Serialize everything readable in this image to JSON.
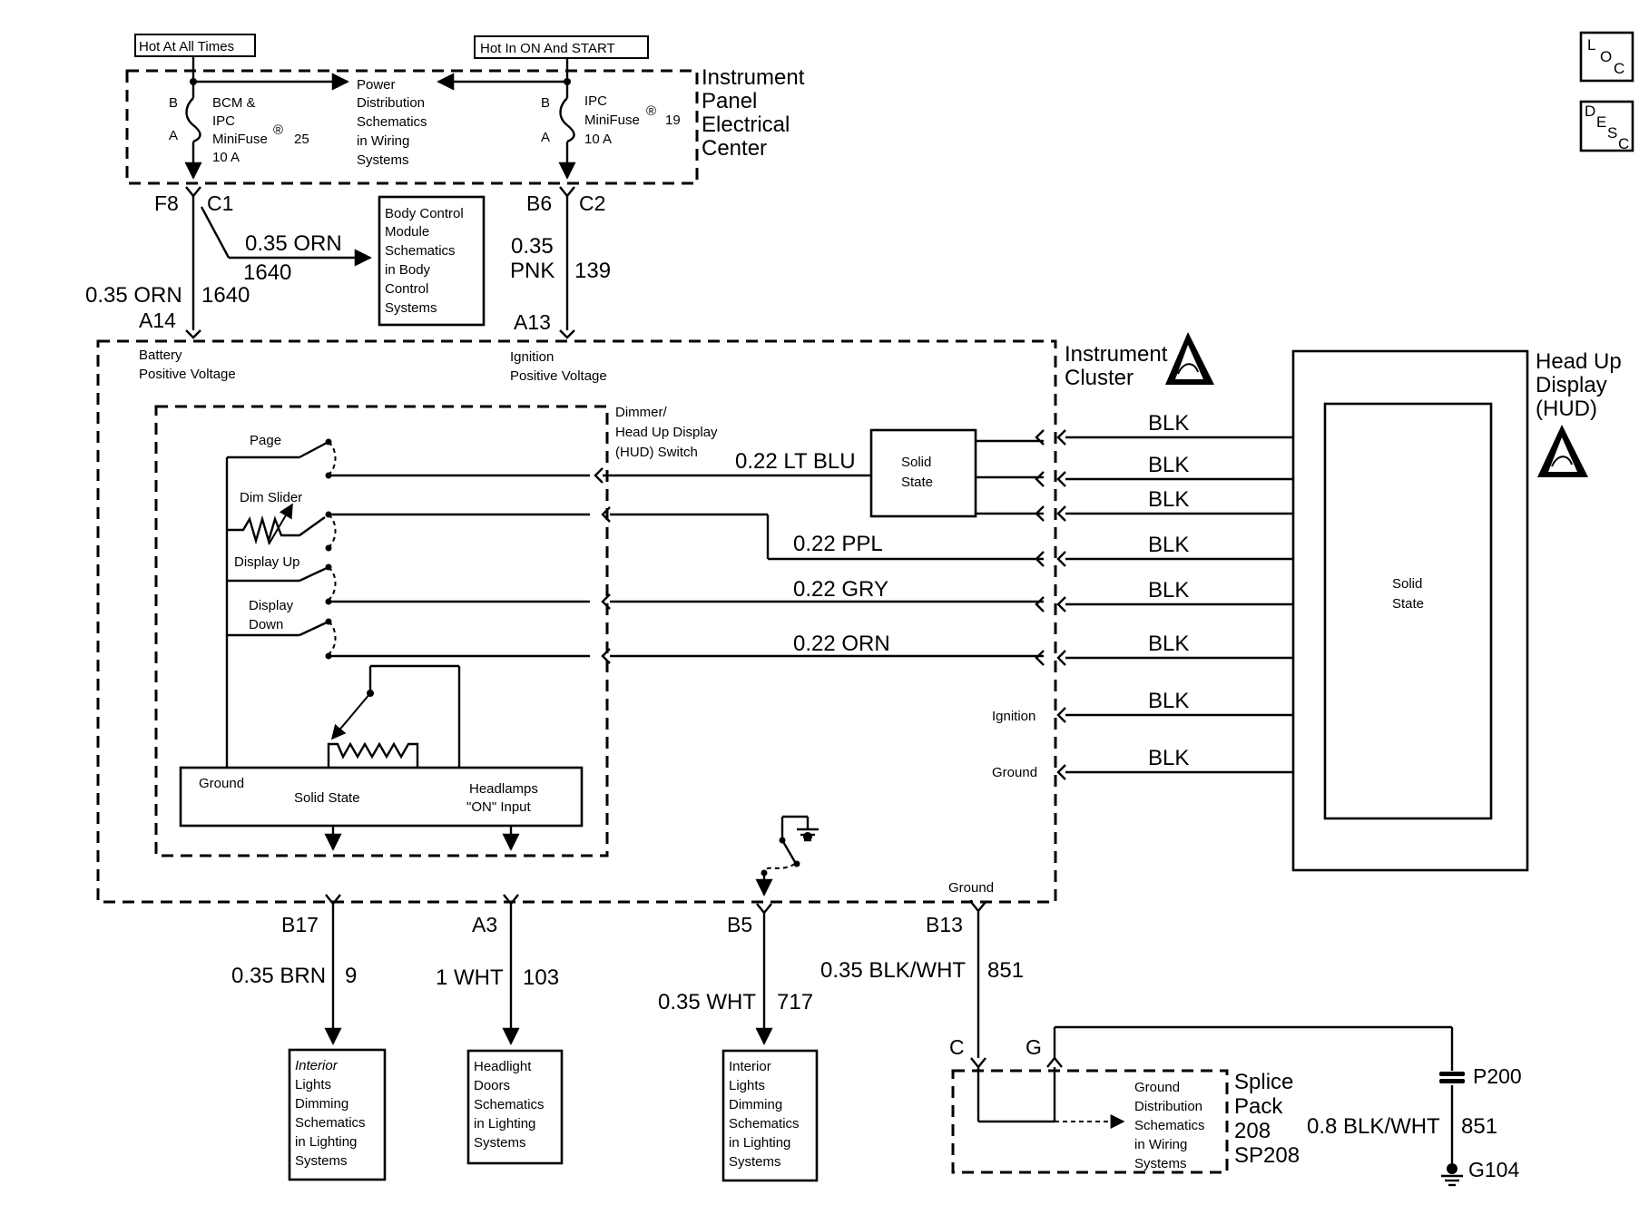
{
  "header": {
    "hot_at_all_times": "Hot At All Times",
    "hot_in_on_start": "Hot In ON And START"
  },
  "corner_icons": {
    "loc_letters": [
      "L",
      "O",
      "C"
    ],
    "desc_letters": [
      "D",
      "E",
      "S",
      "C"
    ]
  },
  "ipec": {
    "title_lines": [
      "Instrument",
      "Panel",
      "Electrical",
      "Center"
    ],
    "fuse1": {
      "lines": [
        "BCM &",
        "IPC",
        "MiniFuse"
      ],
      "registered": "®",
      "number": "25",
      "amps": "10 A",
      "pin_b": "B",
      "pin_a": "A"
    },
    "fuse2": {
      "lines": [
        "IPC",
        "MiniFuse"
      ],
      "registered": "®",
      "number": "19",
      "amps": "10 A",
      "pin_b": "B",
      "pin_a": "A"
    },
    "power_dist_lines": [
      "Power",
      "Distribution",
      "Schematics",
      "in Wiring",
      "Systems"
    ]
  },
  "connectors": {
    "f8": "F8",
    "c1": "C1",
    "b6": "B6",
    "c2": "C2",
    "a14": "A14",
    "a13": "A13",
    "b17": "B17",
    "a3": "A3",
    "b5": "B5",
    "b13": "B13",
    "c": "C",
    "g": "G",
    "p200": "P200",
    "g104": "G104"
  },
  "wires": {
    "orn_branch": "0.35 ORN",
    "orn_branch_circuit": "1640",
    "orn_main": "0.35 ORN",
    "orn_main_circuit": "1640",
    "pnk_size": "0.35",
    "pnk_color": "PNK",
    "pnk_circuit": "139",
    "lt_blu": "0.22 LT BLU",
    "ppl": "0.22 PPL",
    "gry": "0.22 GRY",
    "orn": "0.22 ORN",
    "blk_labels": [
      "BLK",
      "BLK",
      "BLK",
      "BLK",
      "BLK",
      "BLK",
      "BLK",
      "BLK"
    ],
    "brn": "0.35 BRN",
    "brn_circuit": "9",
    "wht1": "1 WHT",
    "wht1_circuit": "103",
    "wht2": "0.35 WHT",
    "wht2_circuit": "717",
    "blkwht1": "0.35 BLK/WHT",
    "blkwht1_circuit": "851",
    "blkwht2": "0.8 BLK/WHT",
    "blkwht2_circuit": "851"
  },
  "bcm_box_lines": [
    "Body Control",
    "Module",
    "Schematics",
    "in Body",
    "Control",
    "Systems"
  ],
  "cluster": {
    "title_lines": [
      "Instrument",
      "Cluster"
    ],
    "battery_lines": [
      "Battery",
      "Positive Voltage"
    ],
    "ignition_lines": [
      "Ignition",
      "Positive Voltage"
    ],
    "switch_lines": [
      "Dimmer/",
      "Head Up Display",
      "(HUD) Switch"
    ],
    "page": "Page",
    "dim_slider": "Dim Slider",
    "display_up": "Display Up",
    "display_down_lines": [
      "Display",
      "Down"
    ],
    "solid_state_lines": [
      "Solid",
      "State"
    ],
    "ground": "Ground",
    "solid_state": "Solid State",
    "headlamps_lines": [
      "Headlamps",
      "\"ON\" Input"
    ],
    "ignition": "Ignition",
    "ground_right": "Ground",
    "ground_bottom": "Ground"
  },
  "hud": {
    "title_lines": [
      "Head Up",
      "Display",
      "(HUD)"
    ],
    "solid_state_lines": [
      "Solid",
      "State"
    ]
  },
  "bottom_boxes": {
    "box1_lines": [
      "Interior",
      "Lights",
      "Dimming",
      "Schematics",
      "in Lighting",
      "Systems"
    ],
    "box2_lines": [
      "Headlight",
      "Doors",
      "Schematics",
      "in Lighting",
      "Systems"
    ],
    "box3_lines": [
      "Interior",
      "Lights",
      "Dimming",
      "Schematics",
      "in Lighting",
      "Systems"
    ]
  },
  "splice": {
    "title_lines": [
      "Splice",
      "Pack",
      "208",
      "SP208"
    ],
    "ground_dist_lines": [
      "Ground",
      "Distribution",
      "Schematics",
      "in Wiring",
      "Systems"
    ]
  }
}
